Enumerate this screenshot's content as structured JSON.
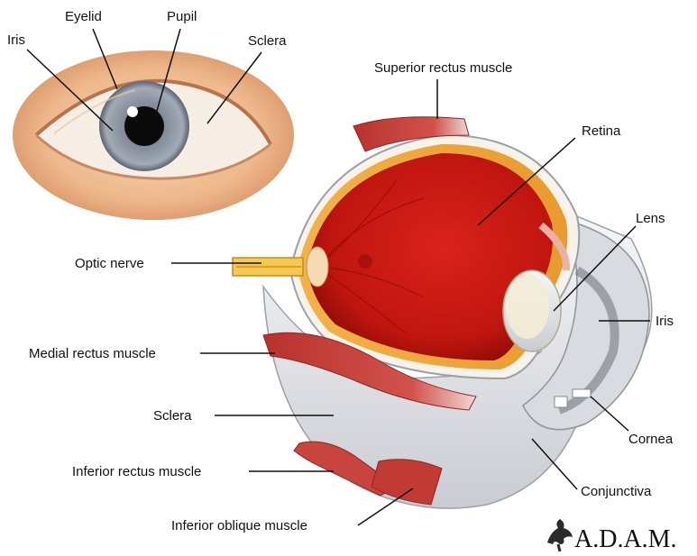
{
  "colors": {
    "skin": "#f0c29a",
    "skin_shadow": "#d99a6e",
    "iris": "#8f98a6",
    "sclera": "#f4f2ee",
    "blood_red": "#c2140f",
    "muscle": "#c8453f",
    "eyeball_white": "#e9ebee",
    "lens": "#f3ecd6",
    "label_line": "#111111"
  },
  "labels": {
    "iris_top": "Iris",
    "eyelid": "Eyelid",
    "pupil": "Pupil",
    "sclera_top": "Sclera",
    "superior_rectus": "Superior rectus muscle",
    "retina": "Retina",
    "lens": "Lens",
    "optic_nerve": "Optic nerve",
    "iris_right": "Iris",
    "medial_rectus": "Medial rectus muscle",
    "sclera_bottom": "Sclera",
    "cornea": "Cornea",
    "inferior_rectus": "Inferior rectus muscle",
    "conjunctiva": "Conjunctiva",
    "inferior_oblique": "Inferior oblique muscle"
  },
  "logo": {
    "text": "A.D.A.M.",
    "icon": "tree-logo-icon"
  }
}
